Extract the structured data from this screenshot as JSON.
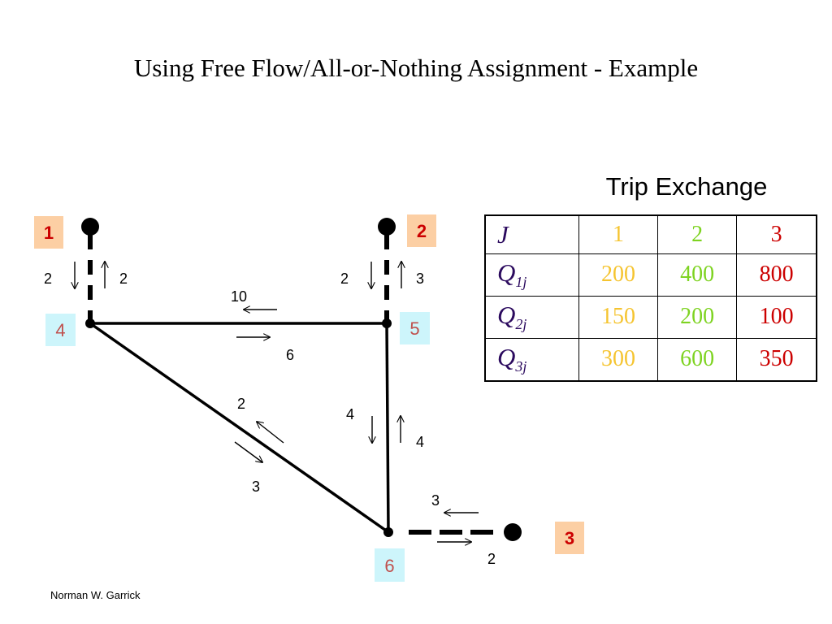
{
  "title": "Using Free Flow/All-or-Nothing Assignment - Example",
  "footer": "Norman W. Garrick",
  "colors": {
    "centroid_box": "#fccfa4",
    "centroid_text": "#cc0000",
    "node_box": "#cdf5fb",
    "node_text": "#c0504d",
    "col1": "#f5c430",
    "col2": "#7ed321",
    "col3": "#cc0000",
    "rowhead": "#2b0a5e"
  },
  "network": {
    "centroids": [
      "1",
      "2",
      "3"
    ],
    "nodes": [
      "4",
      "5",
      "6"
    ],
    "link_labels": {
      "c1_down": "2",
      "c1_up": "2",
      "c2_down": "2",
      "c2_up": "3",
      "l45_left": "10",
      "l45_right": "6",
      "l46_up": "2",
      "l46_down": "3",
      "l56_down": "4",
      "l56_up": "4",
      "l63_left": "3",
      "l63_right": "2"
    }
  },
  "table": {
    "caption": "Trip Exchange",
    "corner": "J",
    "columns": [
      "1",
      "2",
      "3"
    ],
    "rows": [
      {
        "head": "Q",
        "sub": "1j",
        "values": [
          "200",
          "400",
          "800"
        ]
      },
      {
        "head": "Q",
        "sub": "2j",
        "values": [
          "150",
          "200",
          "100"
        ]
      },
      {
        "head": "Q",
        "sub": "3j",
        "values": [
          "300",
          "600",
          "350"
        ]
      }
    ]
  }
}
